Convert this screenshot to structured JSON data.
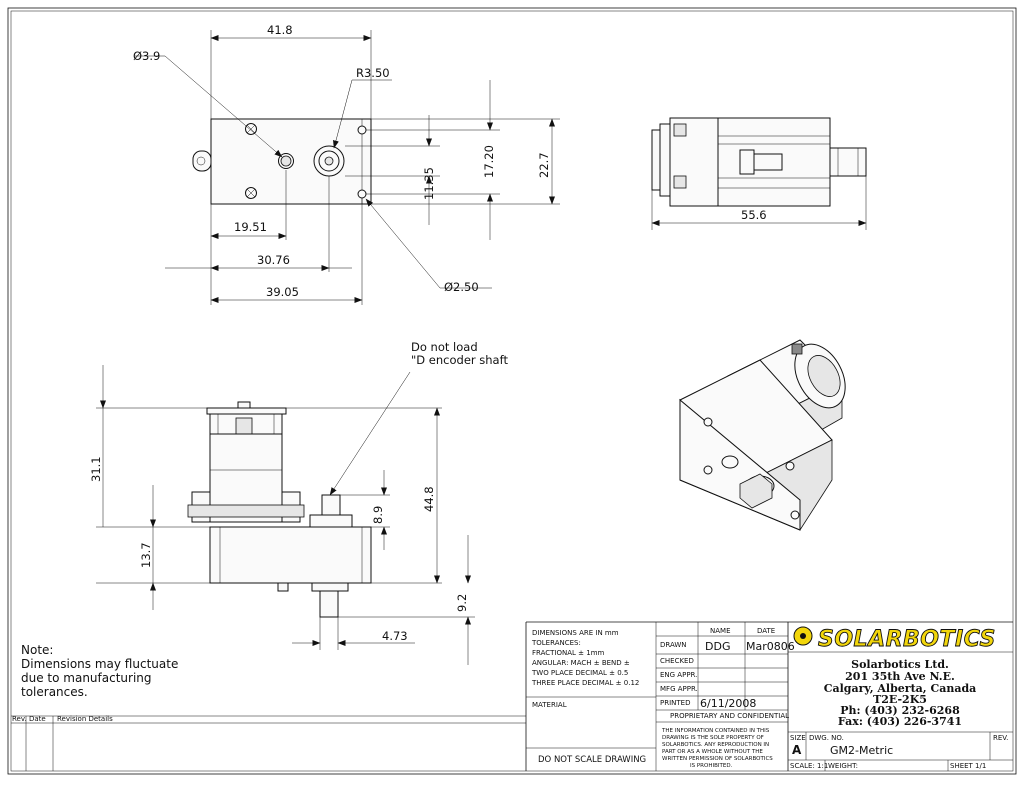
{
  "dimensions": {
    "top_width": "41.8",
    "hole_dia": "Ø3.9",
    "radius": "R3.50",
    "d1951": "19.51",
    "d3076": "30.76",
    "d3905": "39.05",
    "small_hole": "Ø2.50",
    "d1135": "11.35",
    "d1720": "17.20",
    "d227": "22.7",
    "side_len": "55.6",
    "h311": "31.1",
    "h137": "13.7",
    "h89": "8.9",
    "h448": "44.8",
    "h92": "9.2",
    "w473": "4.73"
  },
  "callout": {
    "line1": "Do not load",
    "line2": "\"D encoder shaft"
  },
  "note": {
    "line1": "Note:",
    "line2": "Dimensions may fluctuate",
    "line3": "due to manufacturing",
    "line4": "tolerances."
  },
  "revision": {
    "rev": "Rev.",
    "date": "Date",
    "details": "Revision Details"
  },
  "title_block": {
    "tol1": "DIMENSIONS ARE IN mm",
    "tol2": "TOLERANCES:",
    "tol3": "FRACTIONAL ± 1mm",
    "tol4": "ANGULAR: MACH ±     BEND ±",
    "tol5": "TWO PLACE DECIMAL    ± 0.5",
    "tol6": "THREE PLACE DECIMAL  ± 0.12",
    "material": "MATERIAL",
    "no_scale": "DO NOT SCALE DRAWING",
    "name_hdr": "NAME",
    "date_hdr": "DATE",
    "drawn": "DRAWN",
    "drawn_name": "DDG",
    "drawn_date": "Mar0806",
    "checked": "CHECKED",
    "eng": "ENG APPR.",
    "mfg": "MFG APPR.",
    "printed": "PRINTED",
    "printed_date": "6/11/2008",
    "prop": "PROPRIETARY AND CONFIDENTIAL",
    "legal1": "THE INFORMATION CONTAINED IN THIS",
    "legal2": "DRAWING IS THE SOLE PROPERTY OF",
    "legal3": "SOLARBOTICS.  ANY REPRODUCTION IN",
    "legal4": "PART OR AS A WHOLE WITHOUT THE",
    "legal5": "WRITTEN PERMISSION OF SOLARBOTICS",
    "legal6": "IS PROHIBITED.",
    "logo": "SOLARBOTICS",
    "co1": "Solarbotics Ltd.",
    "co2": "201 35th Ave N.E.",
    "co3": "Calgary, Alberta, Canada",
    "co4": "T2E-2K5",
    "co5": "Ph: (403) 232-6268",
    "co6": "Fax: (403) 226-3741",
    "size_lbl": "SIZE",
    "size_val": "A",
    "dwg_lbl": "DWG.  NO.",
    "dwg_val": "GM2-Metric",
    "rev_lbl": "REV.",
    "scale": "SCALE: 1:1",
    "weight": "WEIGHT:",
    "sheet": "SHEET 1/1"
  },
  "colors": {
    "line": "#111111",
    "logo_fill": "#f2d60b",
    "logo_stroke": "#111111"
  }
}
